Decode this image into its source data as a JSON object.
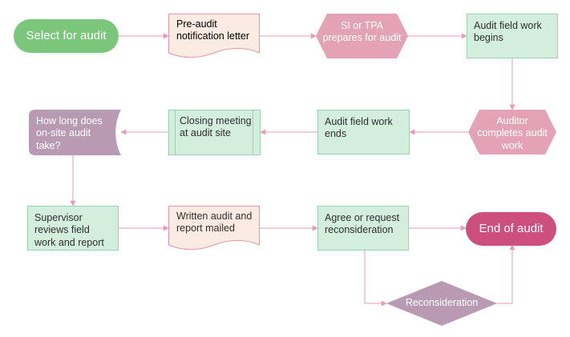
{
  "colors": {
    "start": "#7ac77c",
    "end": "#cc4f7e",
    "process_fill": "#d3eedd",
    "process_border": "#9fd0b1",
    "document_fill": "#fcebe2",
    "document_border": "#e19aa5",
    "prepare_fill": "#e3a2b6",
    "delay_fill": "#b89ab3",
    "decision_fill": "#b89ab3",
    "connector": "#e59cb5"
  },
  "nodes": {
    "start": "Select for audit",
    "notification": "Pre-audit notification letter",
    "si_tpa": "SI or TPA prepares for audit",
    "field_begins": "Audit field work begins",
    "auditor_completes": "Auditor completes audit work",
    "field_ends": "Audit field work ends",
    "closing": "Closing meeting at audit site",
    "how_long": "How long does on-site audit take?",
    "supervisor": "Supervisor reviews field work and report",
    "written": "Written audit and report mailed",
    "agree": "Agree or request reconsideration",
    "end": "End of audit",
    "reconsideration": "Reconsideration"
  }
}
